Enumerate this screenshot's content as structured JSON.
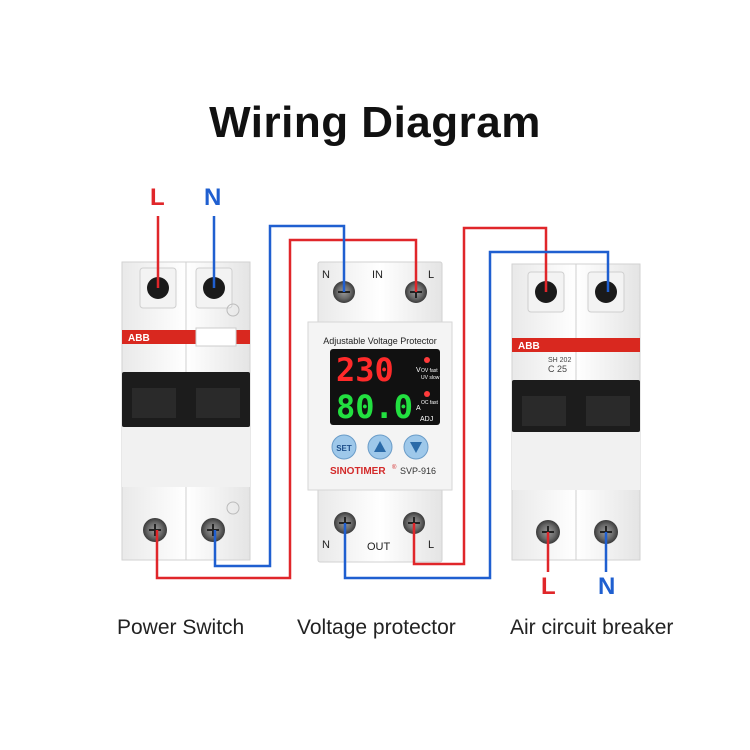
{
  "title": "Wiring Diagram",
  "input_labels": {
    "l": "L",
    "n": "N"
  },
  "output_labels": {
    "l": "L",
    "n": "N"
  },
  "captions": {
    "power_switch": "Power Switch",
    "voltage_protector": "Voltage protector",
    "air_breaker": "Air circuit breaker"
  },
  "power_switch": {
    "brand": "ABB"
  },
  "air_breaker": {
    "brand": "ABB",
    "model": "SH 202",
    "rating": "C 25"
  },
  "protector": {
    "terminal_top": {
      "n": "N",
      "in": "IN",
      "l": "L"
    },
    "terminal_bottom": {
      "n": "N",
      "out": "OUT",
      "l": "L"
    },
    "header": "Adjustable Voltage Protector",
    "voltage_display": "230",
    "current_display": "80.0",
    "unit_v": "V",
    "unit_a": "A",
    "ov_note": "OV fast",
    "uv_note": "UV slow",
    "oc_note": "OC fast",
    "adj": "ADJ",
    "set_button": "SET",
    "brand": "SINOTIMER",
    "reg": "®",
    "model": "SVP-916"
  },
  "colors": {
    "live": "#e0262a",
    "neutral": "#1f5fd0",
    "display_red": "#ff2a2a",
    "display_green": "#22e040"
  }
}
